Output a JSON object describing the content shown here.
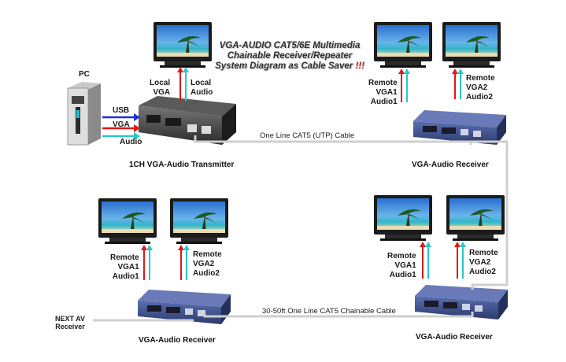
{
  "title": {
    "line1": "VGA-AUDIO CAT5/6E Multimedia",
    "line2": "Chainable Receiver/Repeater",
    "line3": "System Diagram as Cable Saver",
    "emph": "!!!"
  },
  "pc": {
    "label": "PC"
  },
  "transmitter_inputs": {
    "usb": "USB",
    "vga": "VGA",
    "audio": "Audio"
  },
  "local_outputs": {
    "local_vga": "Local\nVGA",
    "local_audio": "Local\nAudio"
  },
  "remote_labels": {
    "top_right_1": "Remote\nVGA1\nAudio1",
    "top_right_2": "Remote\nVGA2\nAudio2",
    "bottom_left_1": "Remote\nVGA1\nAudio1",
    "bottom_left_2": "Remote\nVGA2\nAudio2",
    "bottom_right_1": "Remote\nVGA1\nAudio1",
    "bottom_right_2": "Remote\nVGA2\nAudio2"
  },
  "devices": {
    "transmitter": "1CH VGA-Audio Transmitter",
    "receiver_top_right": "VGA-Audio Receiver",
    "receiver_bottom_left": "VGA-Audio Receiver",
    "receiver_bottom_right": "VGA-Audio Receiver",
    "next_receiver": "NEXT AV\nReceiver"
  },
  "cables": {
    "top": "One Line CAT5 (UTP) Cable",
    "bottom": "30-50ft One Line CAT5 Chainable Cable"
  },
  "colors": {
    "usb": "#1a2fd8",
    "vga": "#e01818",
    "audio": "#28c8c8",
    "cable": "#cfcfcf",
    "receiver": "#3c4f8c"
  }
}
